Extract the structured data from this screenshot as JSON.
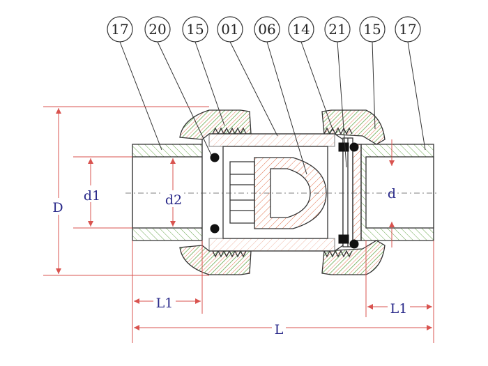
{
  "callouts": [
    {
      "label": "17"
    },
    {
      "label": "20"
    },
    {
      "label": "15"
    },
    {
      "label": "01"
    },
    {
      "label": "06"
    },
    {
      "label": "14"
    },
    {
      "label": "21"
    },
    {
      "label": "15"
    },
    {
      "label": "17"
    }
  ],
  "dimensions": {
    "D": "D",
    "d1": "d1",
    "d2": "d2",
    "d": "d",
    "L1_left": "L1",
    "L1_right": "L1",
    "L": "L"
  },
  "colors": {
    "outline": "#333333",
    "hatch_red": "#e0734f",
    "hatch_green": "#6aa84f",
    "dim_line": "#d9534f",
    "leader": "#333333",
    "label_text": "#2a2a8a"
  }
}
